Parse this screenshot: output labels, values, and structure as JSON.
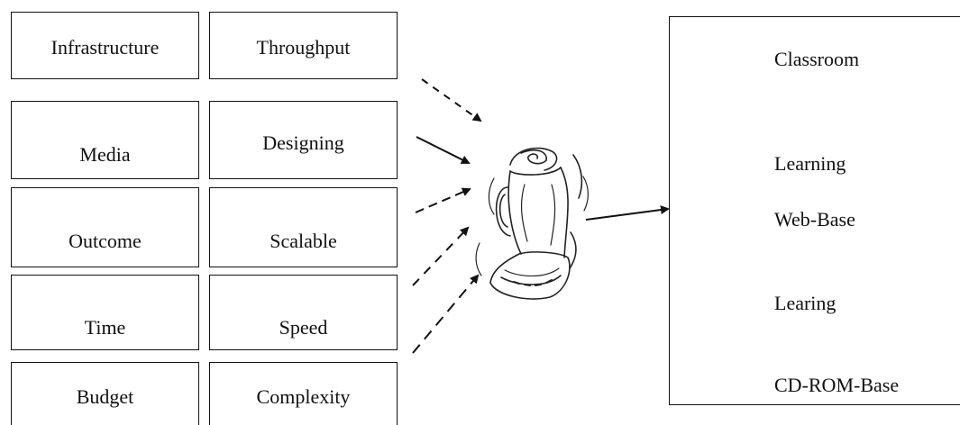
{
  "input_factors": {
    "items": [
      "Infrastructure",
      "Throughput",
      "Media",
      "Designing",
      "Outcome",
      "Scalable",
      "Time",
      "Speed",
      "Budget",
      "Complexity"
    ]
  },
  "blender": {
    "icon": "blender-icon"
  },
  "outputs": {
    "items": [
      "Classroom",
      "Learning",
      "Web-Base",
      "Learing",
      "CD-ROM-Base"
    ]
  }
}
